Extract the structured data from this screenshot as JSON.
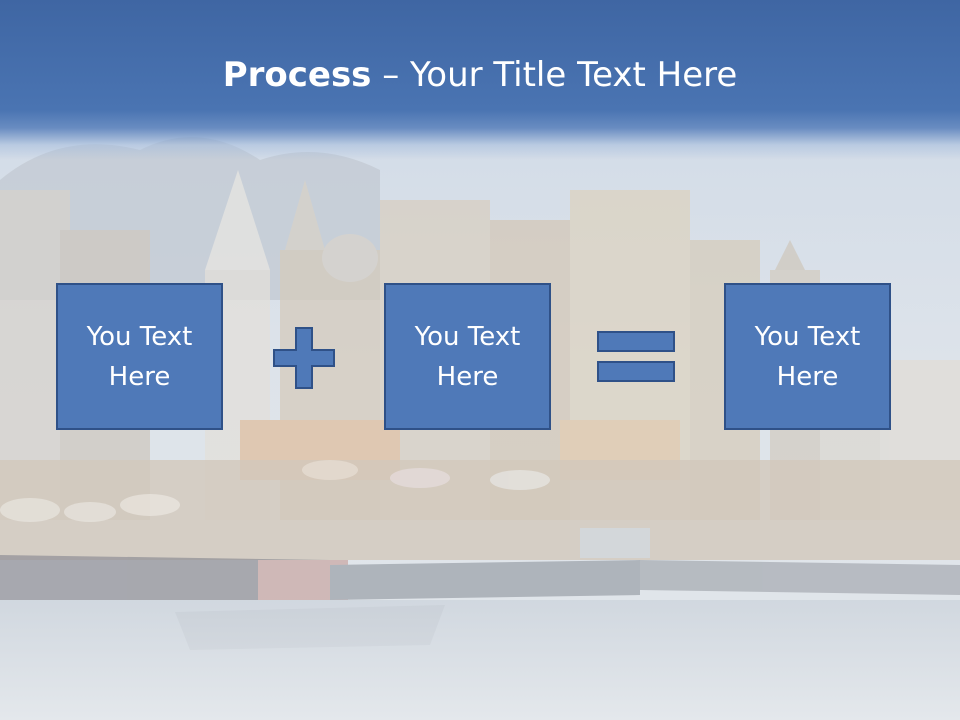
{
  "slide": {
    "title_bold": "Process",
    "title_rest": " – Your Title Text Here",
    "boxes": [
      {
        "text": "You Text\nHere"
      },
      {
        "text": "You Text\nHere"
      },
      {
        "text": "You Text\nHere"
      }
    ],
    "operators": [
      "plus-icon",
      "equals-icon"
    ],
    "colors": {
      "title_band": "#4a74b2",
      "box_fill": "#4f79b8",
      "box_border": "#2f5188",
      "text": "#ffffff"
    }
  }
}
